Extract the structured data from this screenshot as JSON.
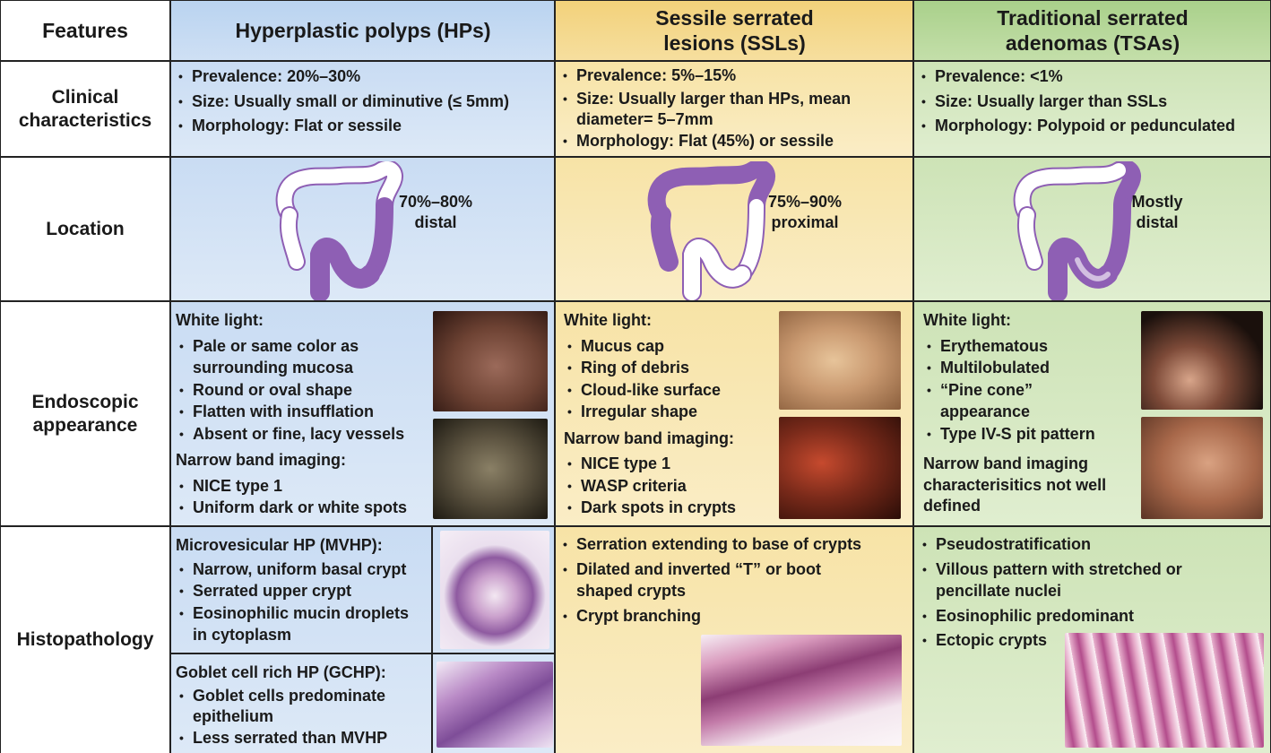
{
  "header": {
    "features": "Features",
    "hp": "Hyperplastic polyps (HPs)",
    "ssl_line1": "Sessile serrated",
    "ssl_line2": "lesions (SSLs)",
    "tsa_line1": "Traditional serrated",
    "tsa_line2": "adenomas (TSAs)"
  },
  "rows": {
    "clinical_line1": "Clinical",
    "clinical_line2": "characteristics",
    "location": "Location",
    "endo_line1": "Endoscopic",
    "endo_line2": "appearance",
    "histo": "Histopathology"
  },
  "clinical": {
    "hp": [
      "Prevalence: 20%–30%",
      "Size: Usually small or diminutive (≤ 5mm)",
      "Morphology: Flat or sessile"
    ],
    "ssl": [
      "Prevalence: 5%–15%",
      "Size: Usually larger than HPs, mean diameter= 5–7mm",
      "Morphology: Flat (45%) or sessile"
    ],
    "tsa": [
      "Prevalence: <1%",
      "Size: Usually larger than SSLs",
      "Morphology: Polypoid or pedunculated"
    ]
  },
  "location": {
    "hp_line1": "70%–80%",
    "hp_line2": "distal",
    "ssl_line1": "75%–90%",
    "ssl_line2": "proximal",
    "tsa_line1": "Mostly",
    "tsa_line2": "distal",
    "colon_fill": "#8e5fb4"
  },
  "endoscopic": {
    "hp": {
      "wl_title": "White light:",
      "wl_items": [
        "Pale or same color as surrounding mucosa",
        "Round or oval shape",
        "Flatten with insufflation",
        "Absent or fine, lacy vessels"
      ],
      "nbi_title": "Narrow band imaging:",
      "nbi_items": [
        "NICE type 1",
        "Uniform dark or white spots"
      ]
    },
    "ssl": {
      "wl_title": "White light:",
      "wl_items": [
        "Mucus cap",
        "Ring of debris",
        "Cloud-like surface",
        "Irregular shape"
      ],
      "nbi_title": "Narrow band imaging:",
      "nbi_items": [
        "NICE type 1",
        "WASP criteria",
        "Dark spots in crypts"
      ]
    },
    "tsa": {
      "wl_title": "White light:",
      "wl_items": [
        "Erythematous",
        "Multilobulated",
        "“Pine cone” appearance",
        "Type IV-S pit pattern"
      ],
      "nbi_note": "Narrow band imaging characterisitics not well defined"
    }
  },
  "histo": {
    "hp": {
      "mvhp_title": "Microvesicular HP (MVHP):",
      "mvhp_items": [
        "Narrow, uniform basal crypt",
        "Serrated upper crypt",
        "Eosinophilic mucin droplets in cytoplasm"
      ],
      "gchp_title": "Goblet cell rich HP (GCHP):",
      "gchp_items": [
        "Goblet cells predominate epithelium",
        "Less serrated than MVHP"
      ]
    },
    "ssl": [
      "Serration extending to base of crypts",
      "Dilated and inverted “T” or boot shaped crypts",
      "Crypt branching"
    ],
    "tsa": [
      "Pseudostratification",
      "Villous pattern with stretched or pencillate nuclei",
      "Eosinophilic predominant",
      "Ectopic crypts"
    ]
  }
}
